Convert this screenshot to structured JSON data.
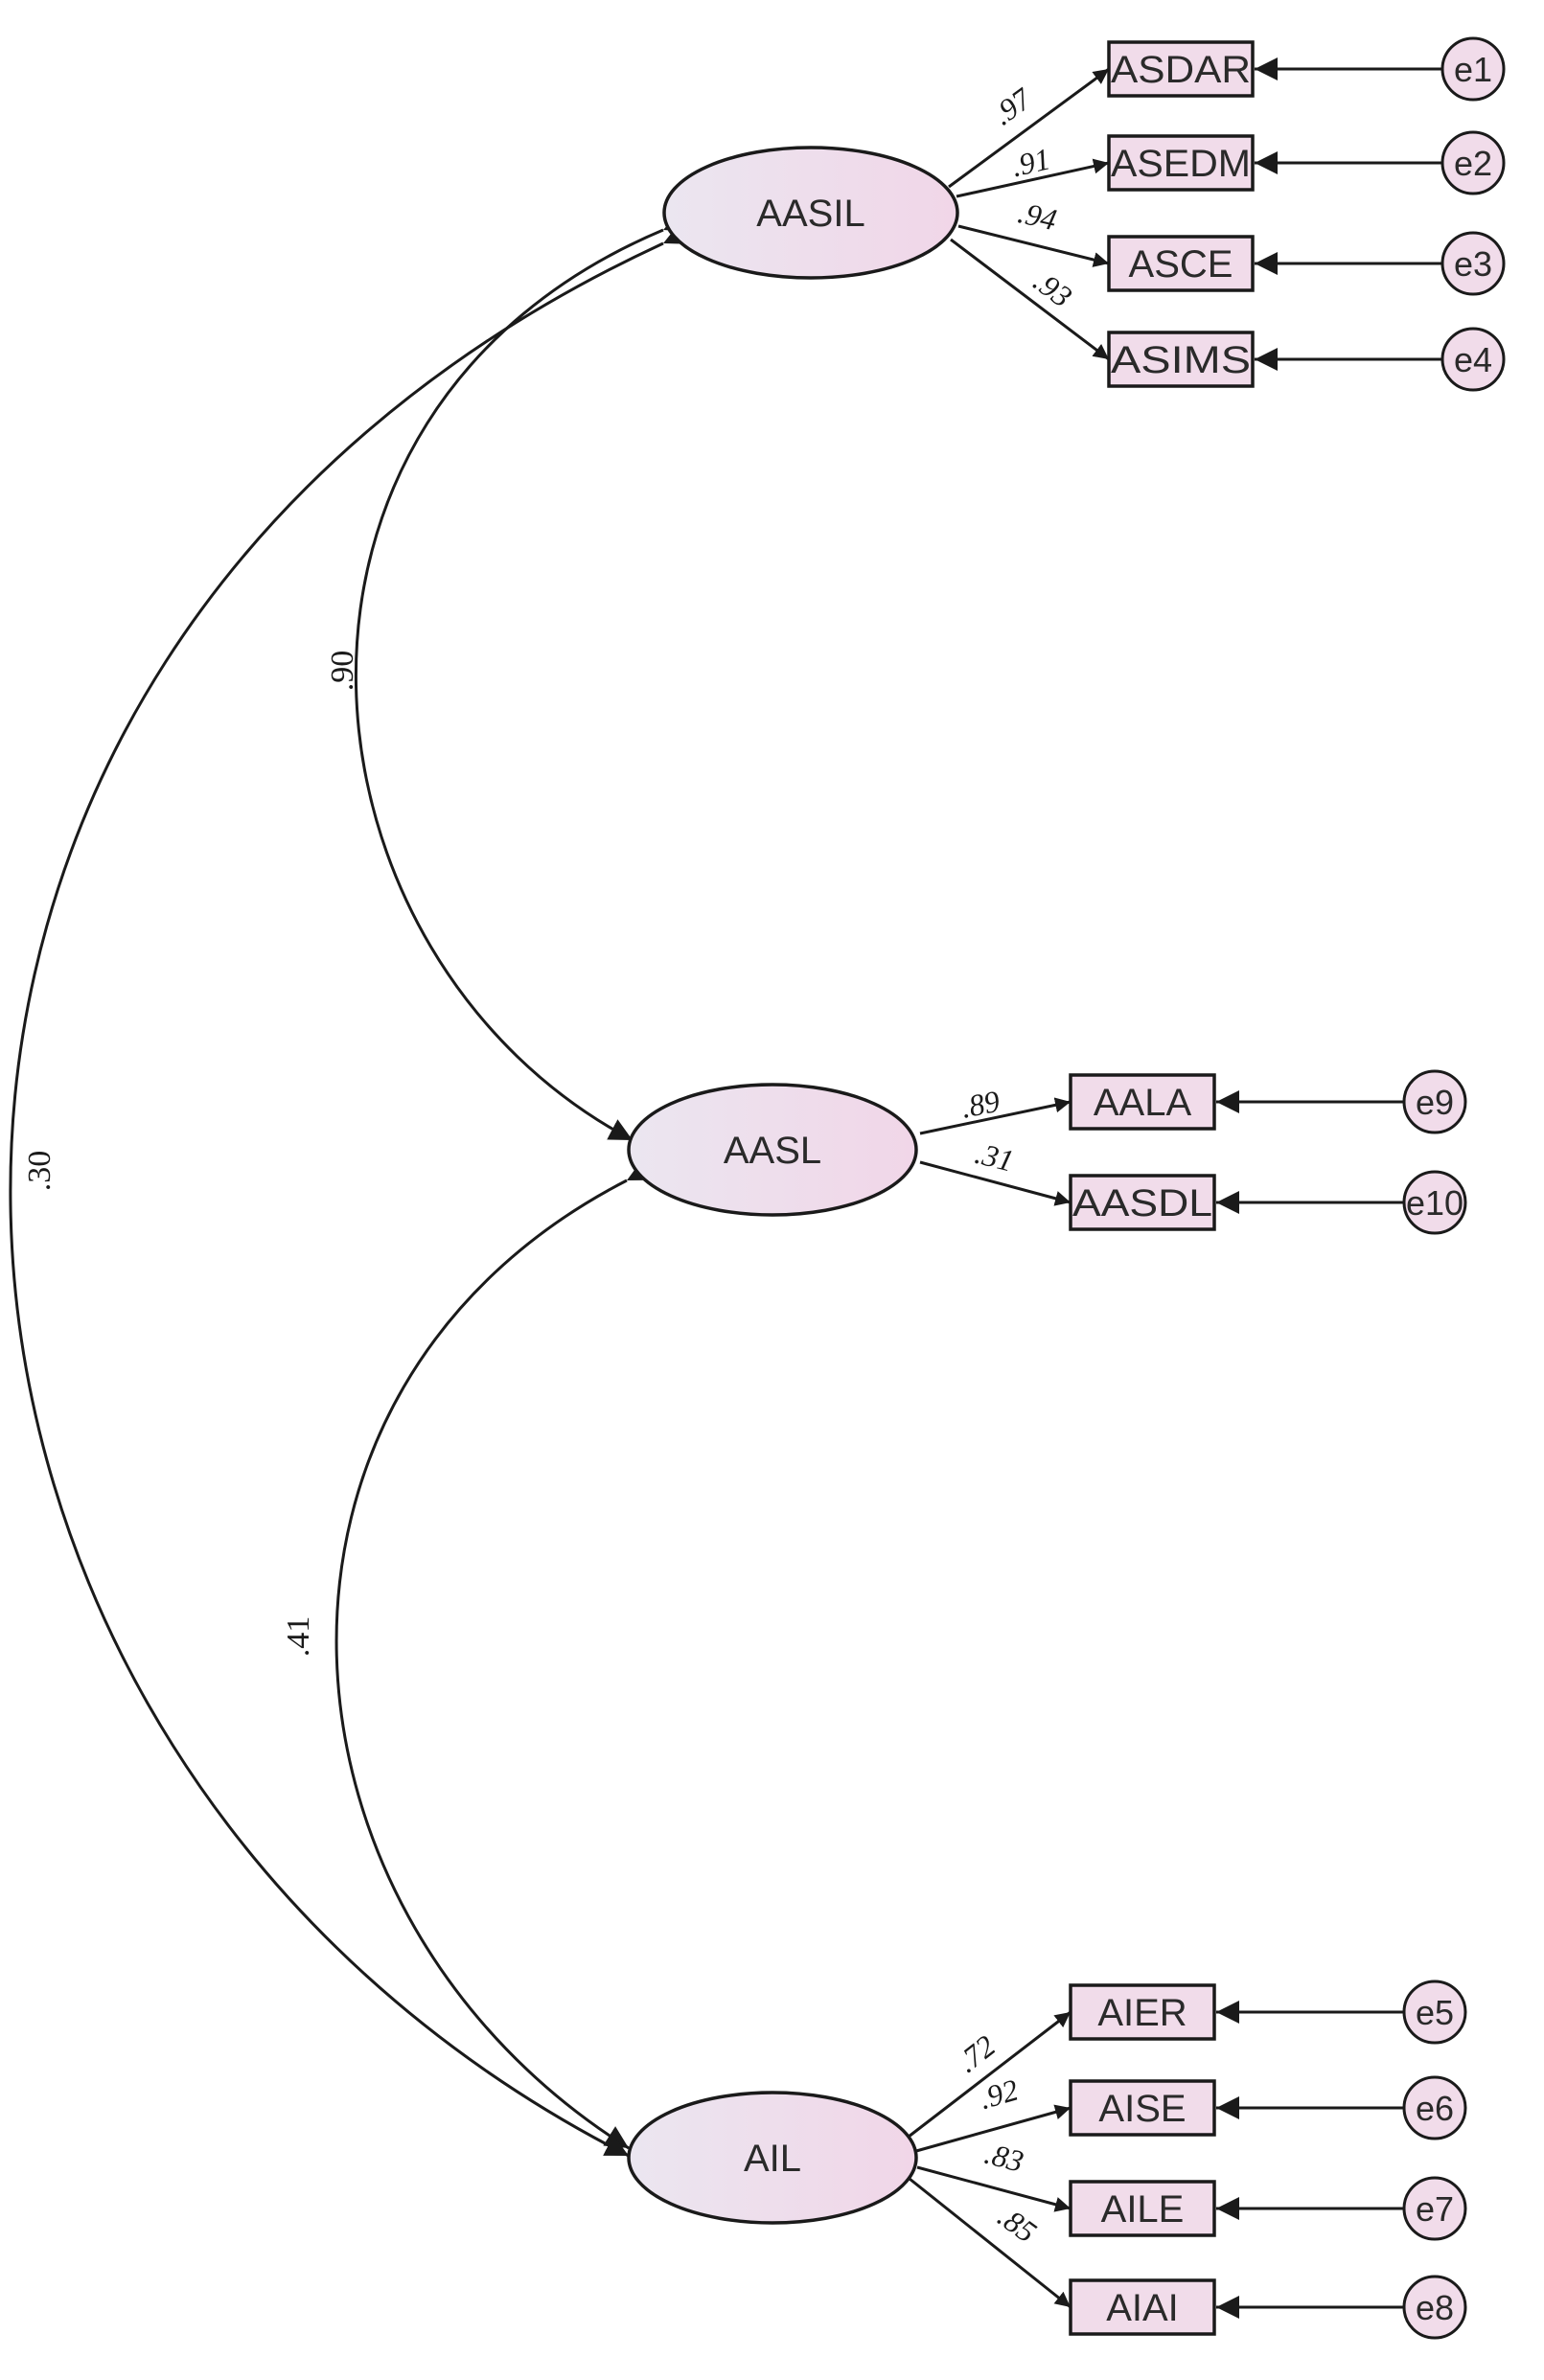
{
  "colors": {
    "node_fill": "#f1dcea",
    "latent_fill_start": "#ebe6f0",
    "latent_fill_end": "#f1d6e8",
    "line": "#1a1a1a"
  },
  "latents": {
    "aasil": "AASIL",
    "aasl": "AASL",
    "ail": "AIL"
  },
  "indicators": {
    "asdar": "ASDAR",
    "asedm": "ASEDM",
    "asce": "ASCE",
    "asims": "ASIMS",
    "aala": "AALA",
    "aasdl": "AASDL",
    "aier": "AIER",
    "aise": "AISE",
    "aile": "AILE",
    "aiai": "AIAI"
  },
  "errors": {
    "e1": "e1",
    "e2": "e2",
    "e3": "e3",
    "e4": "e4",
    "e9": "e9",
    "e10": "e10",
    "e5": "e5",
    "e6": "e6",
    "e7": "e7",
    "e8": "e8"
  },
  "loadings": {
    "asdar": ".97",
    "asedm": ".91",
    "asce": ".94",
    "asims": ".93",
    "aala": ".89",
    "aasdl": ".31",
    "aier": ".72",
    "aise": ".92",
    "aile": ".83",
    "aiai": ".85"
  },
  "correlations": {
    "aasil_aasl": ".90",
    "aasl_ail": ".41",
    "aasil_ail": ".30"
  }
}
